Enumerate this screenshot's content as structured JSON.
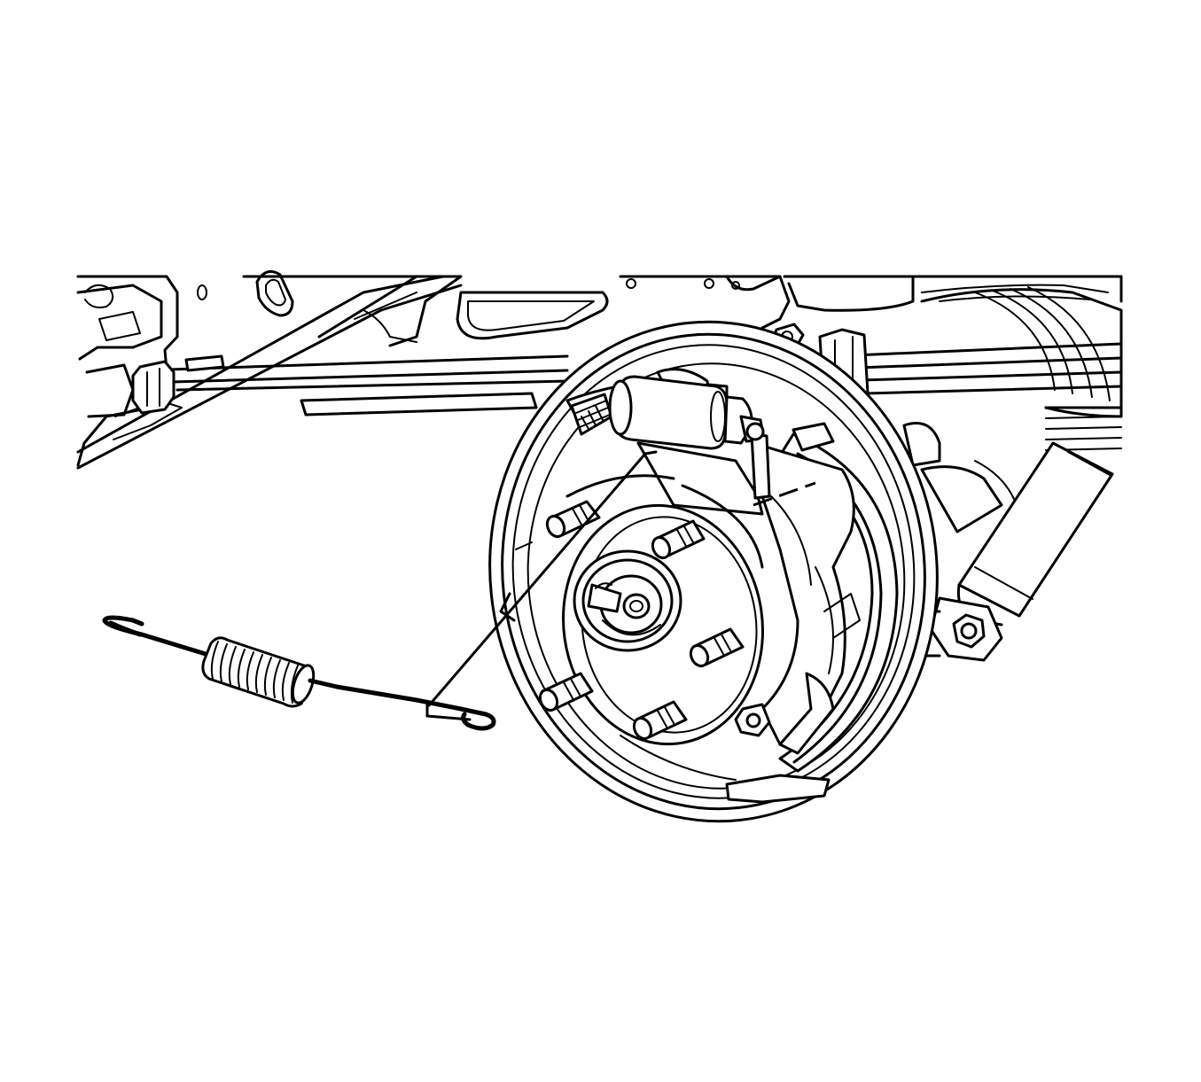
{
  "diagram": {
    "colors": {
      "line": "#000000",
      "background": "#ffffff"
    },
    "parts": [
      "axle-housing",
      "backing-plate",
      "wheel-hub",
      "wheel-studs",
      "wheel-cylinder",
      "brake-shoes",
      "shock-absorber",
      "return-spring"
    ],
    "labels": []
  }
}
